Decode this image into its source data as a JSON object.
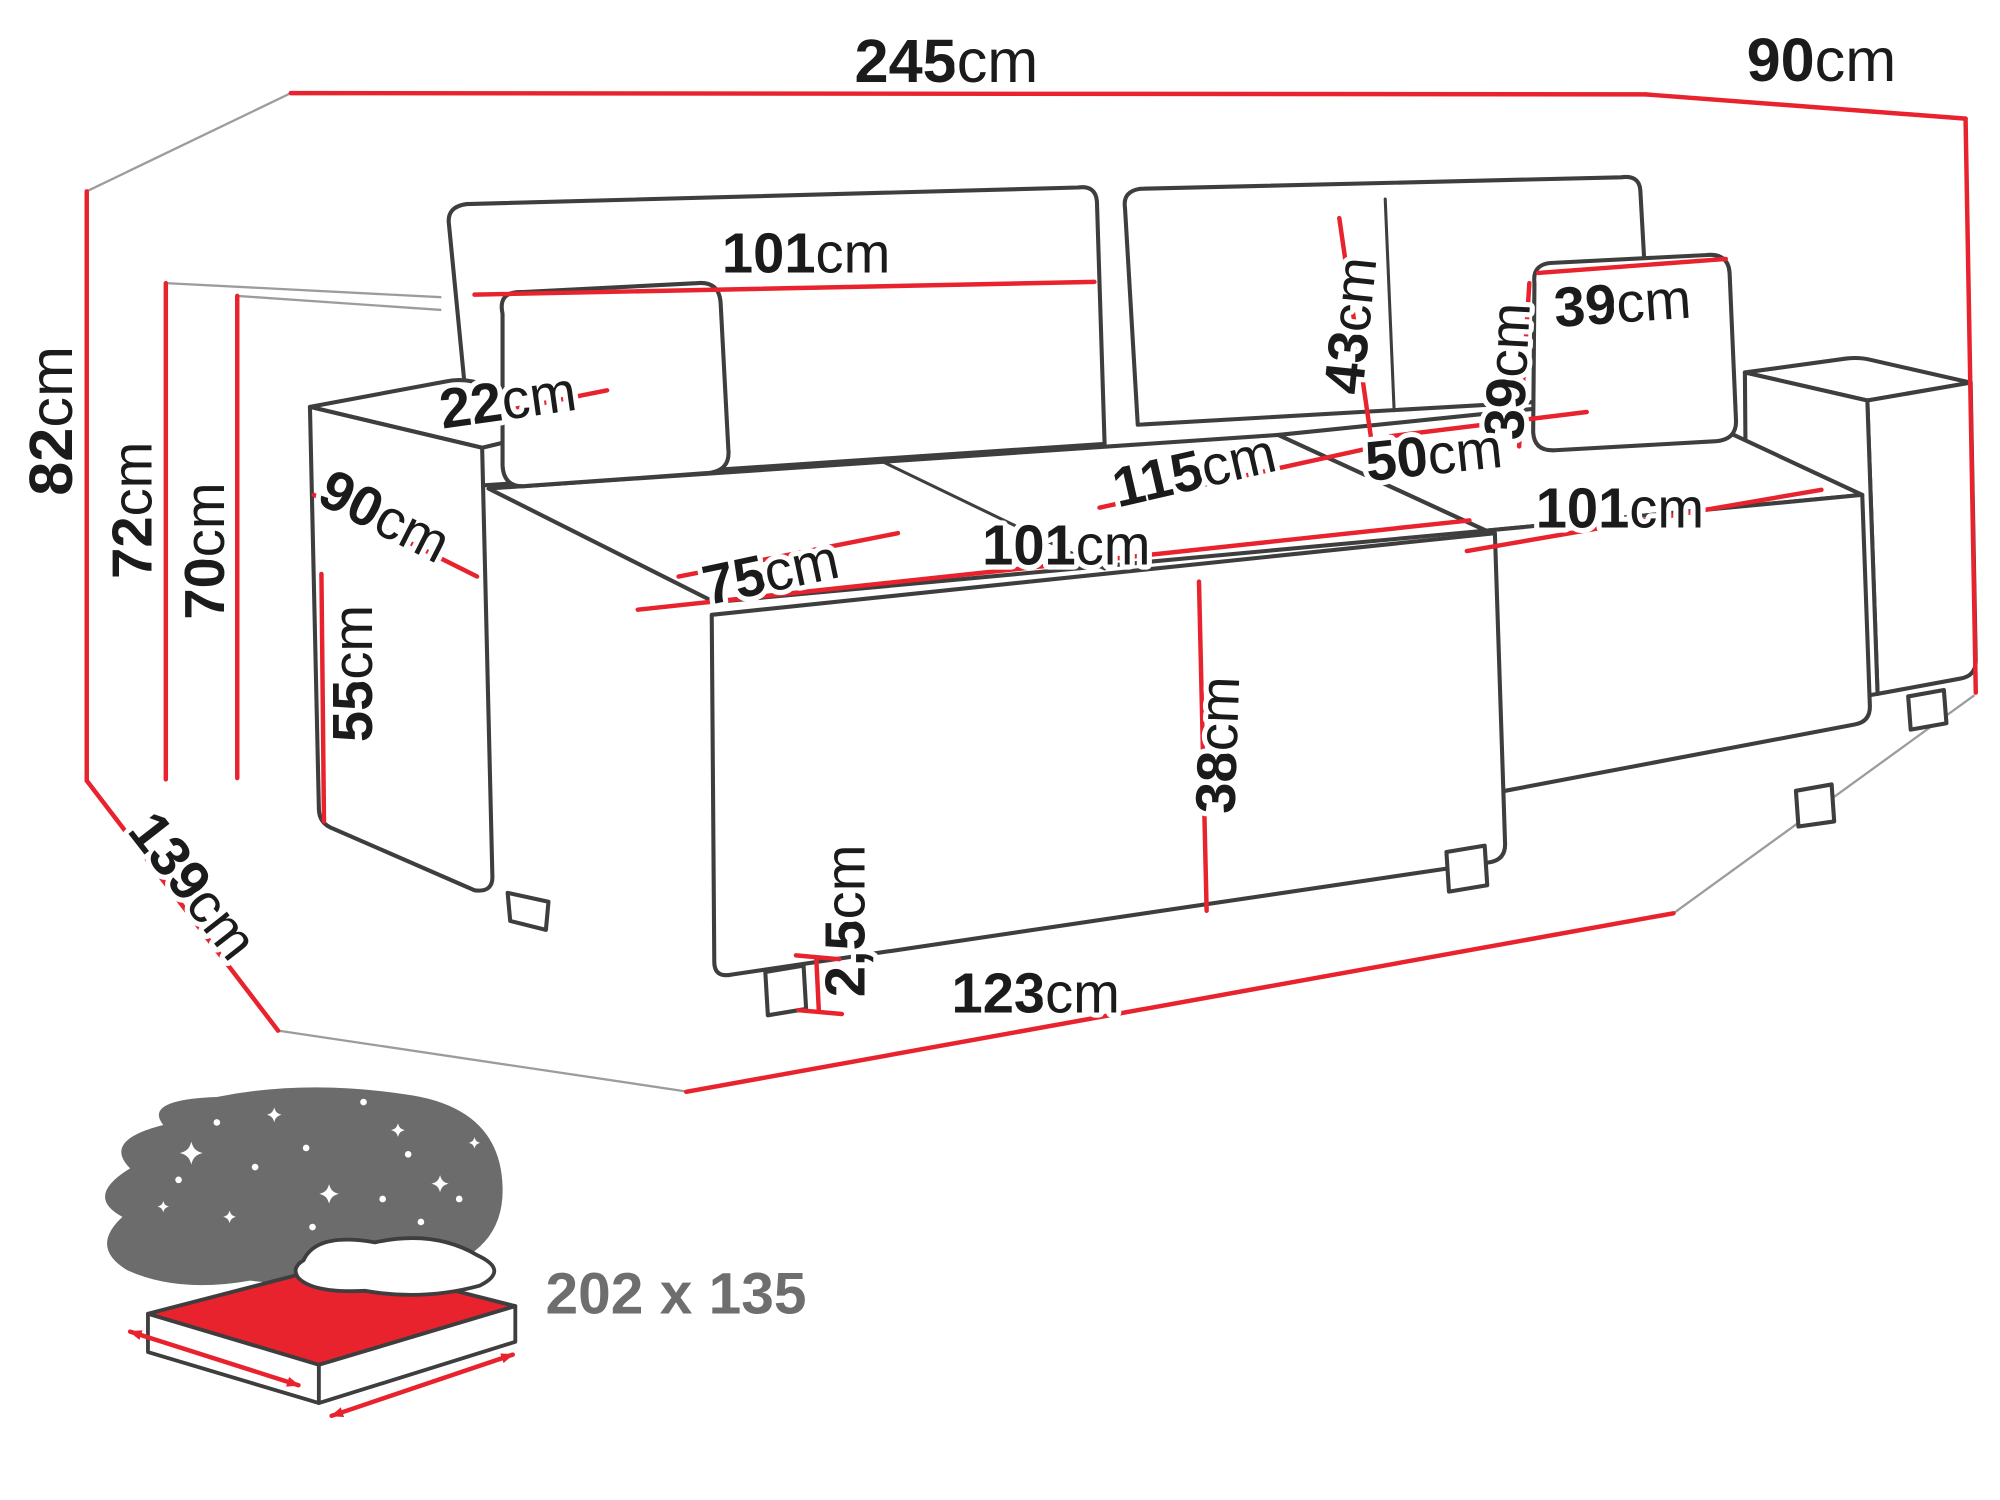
{
  "diagram": {
    "subject": "corner-sofa-bed-dimension-diagram",
    "colors": {
      "dimension_red": "#e8232e",
      "outline_gray": "#3e3e3e",
      "icon_gray": "#6c6c6c",
      "text_black": "#1b1b1b",
      "sleeping_label_gray": "#6e6e6e"
    },
    "icons": {
      "sleeping_area": "bed-with-stars-icon"
    }
  },
  "labels": {
    "total_width": {
      "value": "245",
      "unit": "cm"
    },
    "total_depth_right": {
      "value": "90",
      "unit": "cm"
    },
    "total_height": {
      "value": "82",
      "unit": "cm"
    },
    "backrest_height": {
      "value": "72",
      "unit": "cm"
    },
    "seat_back_height": {
      "value": "70",
      "unit": "cm"
    },
    "side_depth": {
      "value": "139",
      "unit": "cm"
    },
    "backrest_width": {
      "value": "101",
      "unit": "cm"
    },
    "back_cushion_height": {
      "value": "43",
      "unit": "cm"
    },
    "pillow_width": {
      "value": "39",
      "unit": "cm"
    },
    "pillow_height": {
      "value": "39",
      "unit": "cm"
    },
    "back_cushion_width": {
      "value": "50",
      "unit": "cm"
    },
    "armrest_width": {
      "value": "22",
      "unit": "cm"
    },
    "armrest_depth": {
      "value": "90",
      "unit": "cm"
    },
    "armrest_height": {
      "value": "55",
      "unit": "cm"
    },
    "seat_depth": {
      "value": "75",
      "unit": "cm"
    },
    "seat_width": {
      "value": "101",
      "unit": "cm"
    },
    "chaise_depth": {
      "value": "115",
      "unit": "cm"
    },
    "chaise_width": {
      "value": "101",
      "unit": "cm"
    },
    "seat_height": {
      "value": "38",
      "unit": "cm"
    },
    "leg_height": {
      "value": "2,5",
      "unit": "cm"
    },
    "bed_box_width": {
      "value": "123",
      "unit": "cm"
    },
    "sleeping_area": {
      "value": "202 x 135",
      "unit": ""
    }
  }
}
